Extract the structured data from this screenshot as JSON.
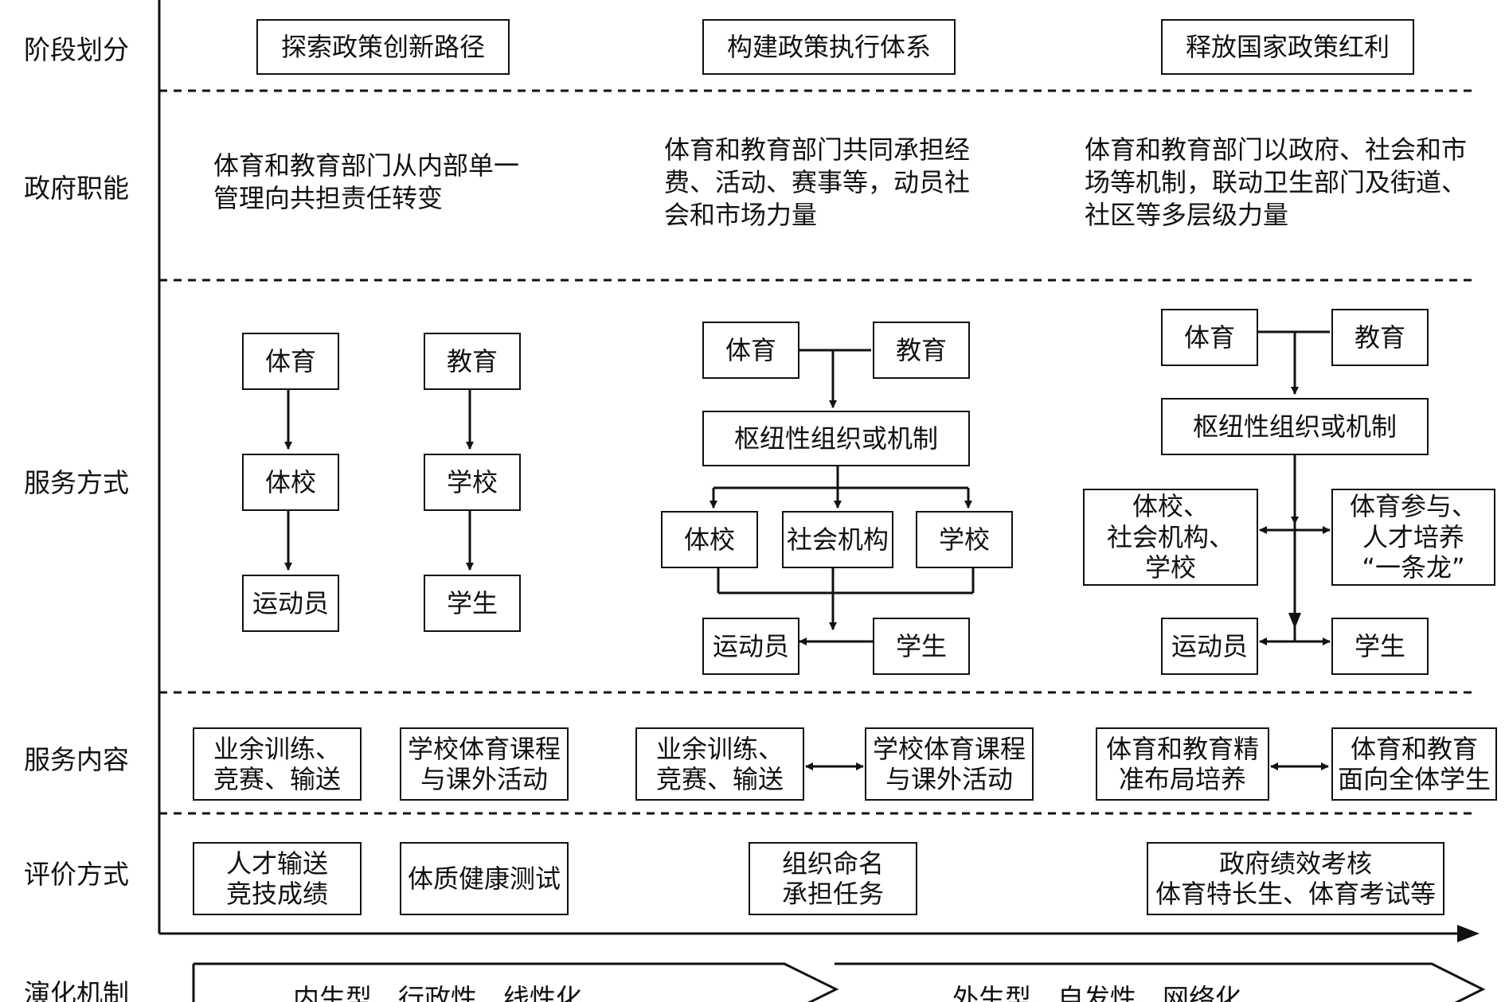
{
  "row_labels": [
    "阶段划分",
    "政府职能",
    "服务方式",
    "服务内容",
    "评价方式",
    "演化机制"
  ],
  "stages": [
    "探索政策创新路径",
    "构建政策执行体系",
    "释放国家政策红利"
  ],
  "functions": [
    "体育和教育部门从内部单一\n管理向共担责任转变",
    "体育和教育部门共同承担经\n费、活动、赛事等，动员社\n会和市场力量",
    "体育和教育部门以政府、社会和市\n场等机制，联动卫生部门及街道、\n社区等多层级力量"
  ],
  "service_mode": {
    "col1": {
      "sport": "体育",
      "sport_school": "体校",
      "athlete": "运动员",
      "education": "教育",
      "school": "学校",
      "student": "学生"
    },
    "col2": {
      "sport": "体育",
      "education": "教育",
      "hub": "枢纽性组织或机制",
      "sport_school": "体校",
      "social_org": "社会机构",
      "school": "学校",
      "athlete": "运动员",
      "student": "学生"
    },
    "col3": {
      "sport": "体育",
      "education": "教育",
      "hub": "枢纽性组织或机制",
      "orgs": "体校、\n社会机构、\n学校",
      "onestop": "体育参与、\n人才培养\n“一条龙”",
      "athlete": "运动员",
      "student": "学生"
    }
  },
  "service_content": {
    "c1": "业余训练、\n竞赛、输送",
    "c2": "学校体育课程\n与课外活动",
    "c3": "业余训练、\n竞赛、输送",
    "c4": "学校体育课程\n与课外活动",
    "c5": "体育和教育精\n准布局培养",
    "c6": "体育和教育\n面向全体学生"
  },
  "evaluation": {
    "e1": "人才输送\n竞技成绩",
    "e2": "体质健康测试",
    "e3": "组织命名\n承担任务",
    "e4": "政府绩效考核\n体育特长生、体育考试等"
  },
  "evolution": [
    "内生型、行政性、线性化",
    "外生型、自发性、网络化"
  ]
}
